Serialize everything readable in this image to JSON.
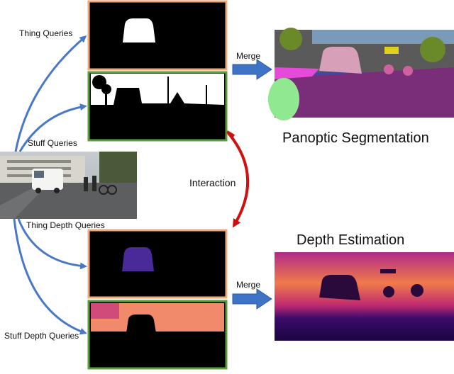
{
  "labels": {
    "thing_queries": "Thing Queries",
    "stuff_queries": "Stuff Queries",
    "thing_depth_queries": "Thing Depth Queries",
    "stuff_depth_queries": "Stuff Depth Queries",
    "merge_top": "Merge",
    "merge_bottom": "Merge",
    "interaction": "Interaction",
    "panoptic_segmentation": "Panoptic Segmentation",
    "depth_estimation": "Depth Estimation"
  },
  "colors": {
    "thing_frame": "#f0a878",
    "stuff_frame": "#5a9e3a",
    "query_arrow": "#4a78c8",
    "merge_arrow": "#3f73c6",
    "interaction_arrow": "#d01010",
    "road_magenta": "#7a2d78",
    "depth_purple": "#3a0a6a",
    "depth_orange": "#f07a4a"
  }
}
